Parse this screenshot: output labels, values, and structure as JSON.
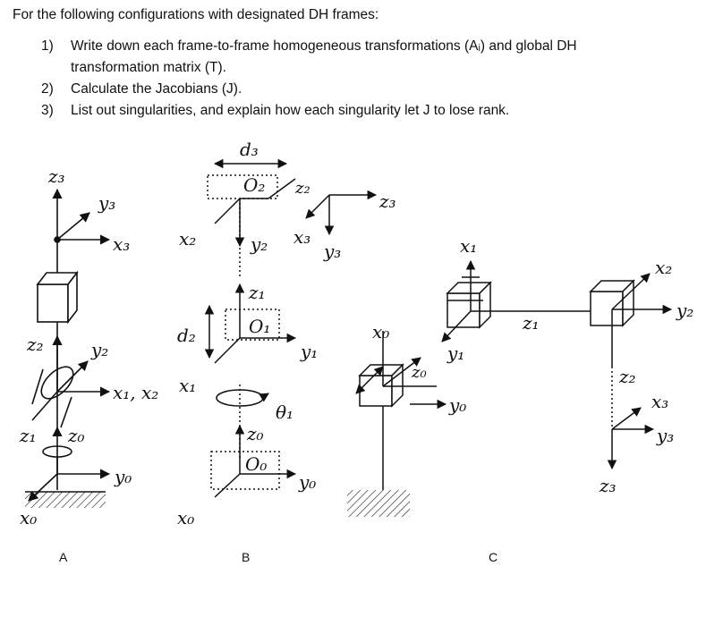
{
  "problem": {
    "intro": "For the following configurations with designated DH frames:",
    "questions": [
      {
        "num": "1)",
        "text": "Write down each frame-to-frame homogeneous transformations (Aᵢ) and global DH transformation matrix (T)."
      },
      {
        "num": "2)",
        "text": "Calculate the Jacobians (J)."
      },
      {
        "num": "3)",
        "text": "List out singularities, and explain how each singularity let J to lose rank."
      }
    ]
  },
  "figure_a": {
    "caption": "A",
    "labels": {
      "z3": "z₃",
      "y3": "y₃",
      "x3": "x₃",
      "z2": "z₂",
      "y2": "y₂",
      "x1x2": "x₁, x₂",
      "z1": "z₁",
      "z0": "z₀",
      "y0": "y₀",
      "x0": "x₀"
    }
  },
  "figure_b": {
    "caption": "B",
    "labels": {
      "d3": "d₃",
      "O2": "O₂",
      "z2": "z₂",
      "x2": "x₂",
      "y2": "y₂",
      "z3": "z₃",
      "x3": "x₃",
      "y3": "y₃",
      "z1": "z₁",
      "d2": "d₂",
      "O1": "O₁",
      "y1": "y₁",
      "x1": "x₁",
      "theta1": "θ₁",
      "z0": "z₀",
      "O0": "O₀",
      "y0": "y₀",
      "x0": "x₀"
    }
  },
  "figure_c": {
    "caption": "C",
    "labels": {
      "x1": "x₁",
      "x0": "x₀",
      "y1": "y₁",
      "z0": "z₀",
      "y0": "y₀",
      "z1": "z₁",
      "x2": "x₂",
      "y2": "y₂",
      "z2": "z₂",
      "x3": "x₃",
      "y3": "y₃",
      "z3": "z₃"
    }
  }
}
